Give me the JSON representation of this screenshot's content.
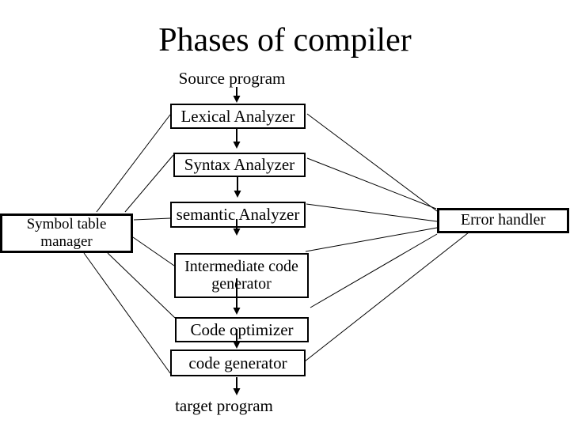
{
  "slide": {
    "title": "Phases of compiler",
    "background_color": "#ffffff",
    "ink_color": "#000000"
  },
  "nodes": {
    "source_program": {
      "label": "Source program",
      "shape": "text"
    },
    "lexical": {
      "label": "Lexical Analyzer",
      "shape": "box"
    },
    "syntax": {
      "label": "Syntax Analyzer",
      "shape": "box"
    },
    "semantic": {
      "label": "semantic Analyzer",
      "shape": "box"
    },
    "intermediate": {
      "label": "Intermediate code\ngenerator",
      "shape": "box"
    },
    "optimizer": {
      "label": "Code optimizer",
      "shape": "box"
    },
    "code_generator": {
      "label": "code generator",
      "shape": "box"
    },
    "target_program": {
      "label": "target program",
      "shape": "text"
    },
    "symbol_table": {
      "label": "Symbol table\nmanager",
      "shape": "box"
    },
    "error_handler": {
      "label": "Error handler",
      "shape": "box"
    }
  },
  "edges": {
    "flow": [
      {
        "from": "source_program",
        "to": "lexical",
        "style": "arrow"
      },
      {
        "from": "lexical",
        "to": "syntax",
        "style": "arrow"
      },
      {
        "from": "syntax",
        "to": "semantic",
        "style": "arrow"
      },
      {
        "from": "semantic",
        "to": "intermediate",
        "style": "arrow"
      },
      {
        "from": "intermediate",
        "to": "optimizer",
        "style": "arrow"
      },
      {
        "from": "optimizer",
        "to": "code_generator",
        "style": "arrow"
      },
      {
        "from": "code_generator",
        "to": "target_program",
        "style": "arrow"
      }
    ],
    "support": [
      {
        "from": "symbol_table",
        "to": "lexical",
        "style": "line"
      },
      {
        "from": "symbol_table",
        "to": "syntax",
        "style": "line"
      },
      {
        "from": "symbol_table",
        "to": "semantic",
        "style": "line"
      },
      {
        "from": "symbol_table",
        "to": "intermediate",
        "style": "line"
      },
      {
        "from": "symbol_table",
        "to": "optimizer",
        "style": "line"
      },
      {
        "from": "symbol_table",
        "to": "code_generator",
        "style": "line"
      },
      {
        "from": "lexical",
        "to": "error_handler",
        "style": "line"
      },
      {
        "from": "syntax",
        "to": "error_handler",
        "style": "line"
      },
      {
        "from": "semantic",
        "to": "error_handler",
        "style": "line"
      },
      {
        "from": "intermediate",
        "to": "error_handler",
        "style": "line"
      },
      {
        "from": "optimizer",
        "to": "error_handler",
        "style": "line"
      },
      {
        "from": "code_generator",
        "to": "error_handler",
        "style": "line"
      }
    ]
  }
}
